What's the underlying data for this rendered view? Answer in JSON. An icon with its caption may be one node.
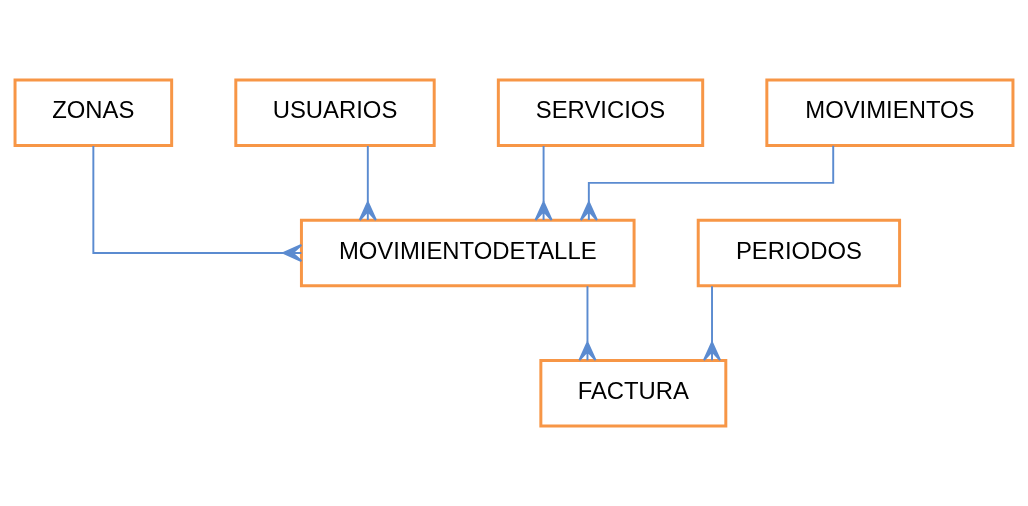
{
  "diagram": {
    "nodes": [
      {
        "text": [
          "ZONAS"
        ]
      },
      {
        "text": [
          "USUARIOS"
        ]
      },
      {
        "text": [
          "SERVICIOS"
        ]
      },
      {
        "text": [
          "MOVIMIENTODETALLE"
        ]
      },
      {
        "text": [
          "MOVIMIENTOS"
        ]
      },
      {
        "text": [
          "PERIODOS"
        ]
      },
      {
        "text": [
          "FACTURA"
        ]
      }
    ],
    "edges": [
      {
        "from": 0,
        "to": 3,
        "arrow": "other"
      },
      {
        "from": 1,
        "to": 3,
        "arrow": "other"
      },
      {
        "from": 2,
        "to": 3,
        "arrow": "other"
      },
      {
        "from": 4,
        "to": 3,
        "arrow": "other"
      },
      {
        "from": 3,
        "to": 6,
        "arrow": "other"
      },
      {
        "from": 5,
        "to": 6,
        "arrow": "other"
      }
    ]
  }
}
